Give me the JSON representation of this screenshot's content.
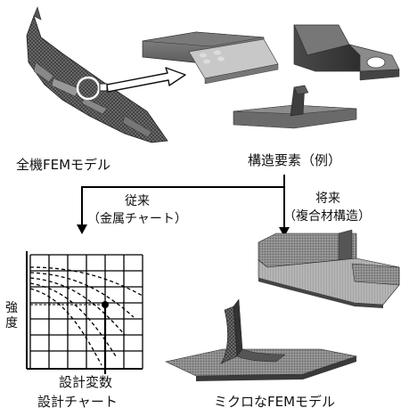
{
  "labels": {
    "full_model": "全機FEMモデル",
    "structural_elements": "構造要素（例）",
    "conventional_line1": "従来",
    "conventional_line2": "（金属チャート）",
    "future_line1": "将来",
    "future_line2": "（複合材構造）",
    "strength_axis": "強度",
    "design_variable": "設計変数",
    "design_chart": "設計チャート",
    "micro_model": "ミクロなFEMモデル"
  },
  "colors": {
    "mesh_dark": "#3a3a3a",
    "mesh_mid": "#7a7a7a",
    "panel_light": "#c9c9c9",
    "grid": "#000000"
  },
  "icons": {
    "zoom_circle": "circle-highlight-icon",
    "zoom_arrow": "hollow-arrow-icon"
  }
}
